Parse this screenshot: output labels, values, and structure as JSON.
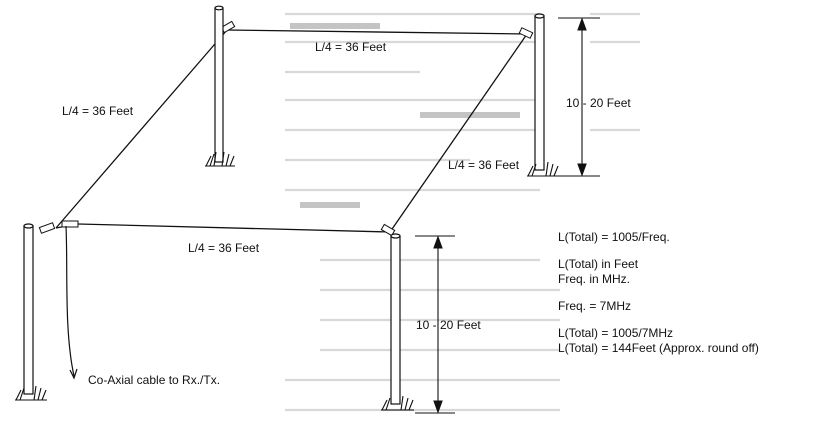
{
  "labels": {
    "side_top": "L/4 = 36 Feet",
    "side_left": "L/4 = 36 Feet",
    "side_right": "L/4 = 36 Feet",
    "side_bottom": "L/4 = 36 Feet",
    "height_right": "10 - 20 Feet",
    "height_front": "10 - 20 Feet",
    "coax": "Co-Axial cable to Rx./Tx."
  },
  "formula": {
    "line1": "L(Total) = 1005/Freq.",
    "line2": "L(Total) in Feet",
    "line3": "Freq. in MHz.",
    "line4": "Freq. = 7MHz",
    "line5": "L(Total) = 1005/7MHz",
    "line6": "L(Total) = 144Feet (Approx. round off)"
  }
}
